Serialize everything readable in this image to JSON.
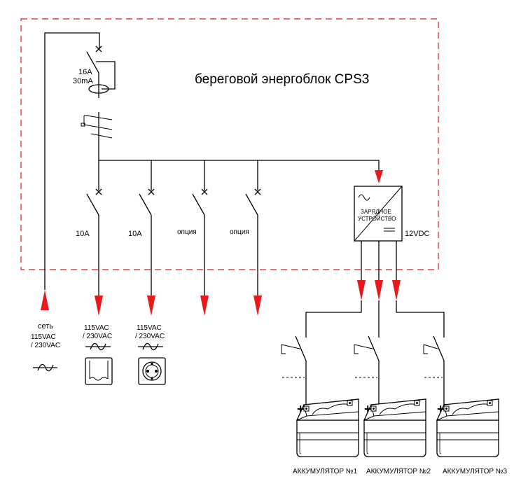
{
  "title": "береговой энергоблок  CPS3",
  "main_breaker": {
    "rating_a": "16A",
    "rating_ma": "30mA"
  },
  "branch_breakers": [
    {
      "label": "10A"
    },
    {
      "label": "10A"
    },
    {
      "label": "опция"
    },
    {
      "label": "опция"
    }
  ],
  "charger": {
    "line1": "ЗАРЯДНОЕ",
    "line2": "УСТРОЙСТВО",
    "output": "12VDC"
  },
  "mains": {
    "label": "сеть",
    "v1": "115VAC",
    "v2": "/ 230VAC"
  },
  "outlets": [
    {
      "v1": "115VAC",
      "v2": "/ 230VAC",
      "icon": "heater-icon"
    },
    {
      "v1": "115VAC",
      "v2": "/ 230VAC",
      "icon": "socket-icon"
    }
  ],
  "batteries": [
    {
      "label": "АККУМУЛЯТОР №1",
      "plus": "+"
    },
    {
      "label": "АККУМУЛЯТОР №2",
      "plus": "+"
    },
    {
      "label": "АККУМУЛЯТОР №3",
      "plus": "+"
    }
  ],
  "colors": {
    "border_dash": "#e8181c",
    "arrow": "#e8181c",
    "line": "#000000"
  }
}
